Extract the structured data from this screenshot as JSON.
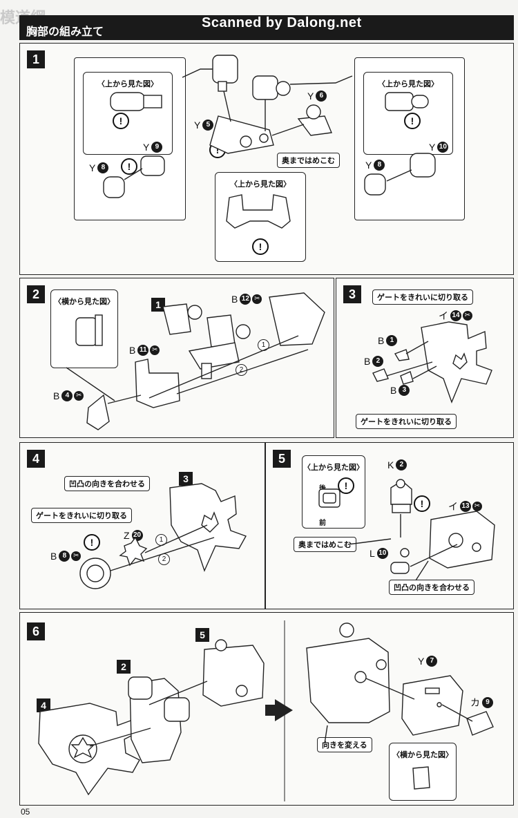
{
  "header": {
    "watermark": "模道網",
    "title": "胸部の組み立て",
    "scan_credit": "Scanned by Dalong.net"
  },
  "page_number": "05",
  "steps": {
    "s1": {
      "number": "1",
      "view_top": "〈上から見た図〉",
      "y5_letter": "Y",
      "y5_num": "5",
      "y6_letter": "Y",
      "y6_num": "6",
      "y8_letter": "Y",
      "y8_num": "8",
      "y9_letter": "Y",
      "y9_num": "9",
      "y10_letter": "Y",
      "y10_num": "10",
      "press_note": "奥まではめこむ"
    },
    "s2": {
      "number": "2",
      "view_side": "〈横から見た図〉",
      "ref": "1",
      "b12_letter": "B",
      "b12_num": "12",
      "b11_letter": "B",
      "b11_num": "11",
      "b4_letter": "B",
      "b4_num": "4",
      "seq1": "1",
      "seq2": "2"
    },
    "s3": {
      "number": "3",
      "gate_note": "ゲートをきれいに切り取る",
      "i14_letter": "イ",
      "i14_num": "14",
      "b1_letter": "B",
      "b1_num": "1",
      "b2_letter": "B",
      "b2_num": "2",
      "b3_letter": "B",
      "b3_num": "3"
    },
    "s4": {
      "number": "4",
      "align_note": "凹凸の向きを合わせる",
      "gate_note": "ゲートをきれいに切り取る",
      "ref": "3",
      "z20_letter": "Z",
      "z20_num": "20",
      "b8_letter": "B",
      "b8_num": "8",
      "seq1": "1",
      "seq2": "2"
    },
    "s5": {
      "number": "5",
      "view_top": "〈上から見た図〉",
      "back": "後",
      "front": "前",
      "k2_letter": "K",
      "k2_num": "2",
      "i13_letter": "イ",
      "i13_num": "13",
      "press_note": "奥まではめこむ",
      "l10_letter": "L",
      "l10_num": "10",
      "align_note": "凹凸の向きを合わせる"
    },
    "s6": {
      "number": "6",
      "ref2": "2",
      "ref4": "4",
      "ref5": "5",
      "y7_letter": "Y",
      "y7_num": "7",
      "ka9_letter": "カ",
      "ka9_num": "9",
      "turn_note": "向きを変える",
      "view_side": "〈横から見た図〉"
    }
  },
  "warn_symbol": "!",
  "gate_symbol": "✂"
}
